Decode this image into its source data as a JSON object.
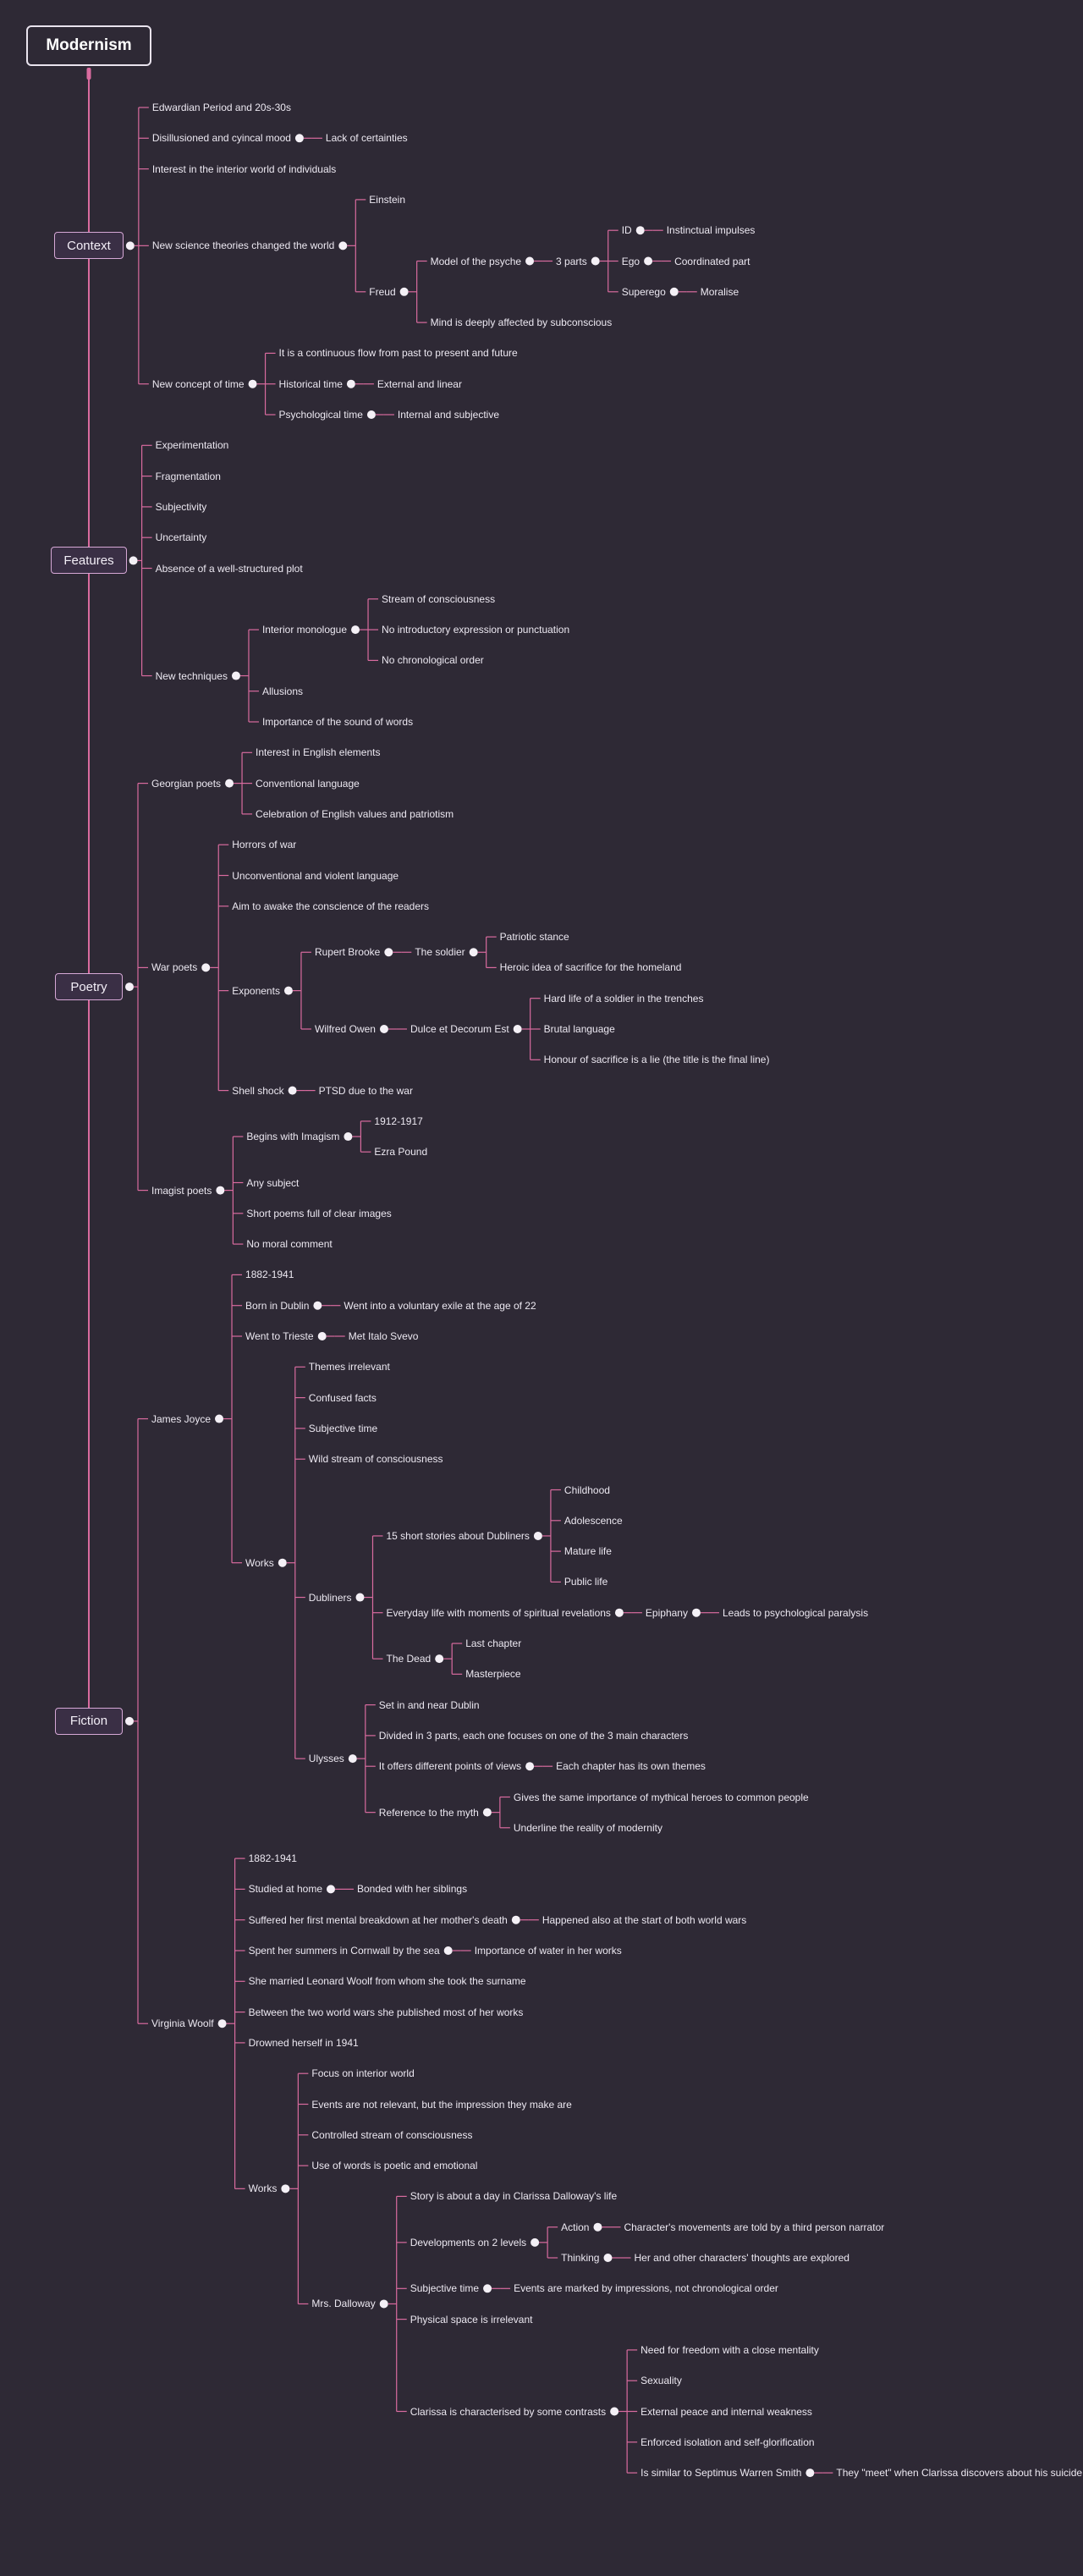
{
  "title": "Modernism",
  "accent_color": "#d96b9f",
  "connector_icon": "circle-dot-icon",
  "branches": [
    {
      "label": "Context",
      "children": [
        {
          "label": "Edwardian Period and 20s-30s"
        },
        {
          "label": "Disillusioned and cyincal mood",
          "children": [
            {
              "label": "Lack of certainties"
            }
          ]
        },
        {
          "label": "Interest in the interior world of individuals"
        },
        {
          "label": "New science theories changed the world",
          "children": [
            {
              "label": "Einstein"
            },
            {
              "label": "Freud",
              "children": [
                {
                  "label": "Model of the psyche",
                  "children": [
                    {
                      "label": "3 parts",
                      "children": [
                        {
                          "label": "ID",
                          "children": [
                            {
                              "label": "Instinctual impulses"
                            }
                          ]
                        },
                        {
                          "label": "Ego",
                          "children": [
                            {
                              "label": "Coordinated part"
                            }
                          ]
                        },
                        {
                          "label": "Superego",
                          "children": [
                            {
                              "label": "Moralise"
                            }
                          ]
                        }
                      ]
                    }
                  ]
                },
                {
                  "label": "Mind is deeply affected by subconscious"
                }
              ]
            }
          ]
        },
        {
          "label": "New concept of time",
          "children": [
            {
              "label": "It is a continuous flow from past to present and future"
            },
            {
              "label": "Historical time",
              "children": [
                {
                  "label": "External and linear"
                }
              ]
            },
            {
              "label": "Psychological time",
              "children": [
                {
                  "label": "Internal and subjective"
                }
              ]
            }
          ]
        }
      ]
    },
    {
      "label": "Features",
      "children": [
        {
          "label": "Experimentation"
        },
        {
          "label": "Fragmentation"
        },
        {
          "label": "Subjectivity"
        },
        {
          "label": "Uncertainty"
        },
        {
          "label": "Absence of a well-structured plot"
        },
        {
          "label": "New techniques",
          "children": [
            {
              "label": "Interior monologue",
              "children": [
                {
                  "label": "Stream of consciousness"
                },
                {
                  "label": "No introductory expression or punctuation"
                },
                {
                  "label": "No chronological order"
                }
              ]
            },
            {
              "label": "Allusions"
            },
            {
              "label": "Importance of the sound of words"
            }
          ]
        }
      ]
    },
    {
      "label": "Poetry",
      "children": [
        {
          "label": "Georgian poets",
          "children": [
            {
              "label": "Interest in English elements"
            },
            {
              "label": "Conventional language"
            },
            {
              "label": "Celebration of English values and patriotism"
            }
          ]
        },
        {
          "label": "War poets",
          "children": [
            {
              "label": "Horrors of war"
            },
            {
              "label": "Unconventional and violent language"
            },
            {
              "label": "Aim to awake the conscience of the readers"
            },
            {
              "label": "Exponents",
              "children": [
                {
                  "label": "Rupert Brooke",
                  "children": [
                    {
                      "label": "The soldier",
                      "children": [
                        {
                          "label": "Patriotic stance"
                        },
                        {
                          "label": "Heroic idea of sacrifice for the homeland"
                        }
                      ]
                    }
                  ]
                },
                {
                  "label": "Wilfred Owen",
                  "children": [
                    {
                      "label": "Dulce et Decorum Est",
                      "children": [
                        {
                          "label": "Hard life of a soldier in the trenches"
                        },
                        {
                          "label": "Brutal language"
                        },
                        {
                          "label": "Honour of sacrifice is a lie (the title is the final line)"
                        }
                      ]
                    }
                  ]
                }
              ]
            },
            {
              "label": "Shell shock",
              "children": [
                {
                  "label": "PTSD due to the war"
                }
              ]
            }
          ]
        },
        {
          "label": "Imagist poets",
          "children": [
            {
              "label": "Begins with Imagism",
              "children": [
                {
                  "label": "1912-1917"
                },
                {
                  "label": "Ezra Pound"
                }
              ]
            },
            {
              "label": "Any subject"
            },
            {
              "label": "Short poems full of clear images"
            },
            {
              "label": "No moral comment"
            }
          ]
        }
      ]
    },
    {
      "label": "Fiction",
      "children": [
        {
          "label": "James Joyce",
          "children": [
            {
              "label": "1882-1941"
            },
            {
              "label": "Born in Dublin",
              "children": [
                {
                  "label": "Went into a voluntary exile at the age of 22"
                }
              ]
            },
            {
              "label": "Went to Trieste",
              "children": [
                {
                  "label": "Met Italo Svevo"
                }
              ]
            },
            {
              "label": "Works",
              "children": [
                {
                  "label": "Themes irrelevant"
                },
                {
                  "label": "Confused facts"
                },
                {
                  "label": "Subjective time"
                },
                {
                  "label": "Wild stream of consciousness"
                },
                {
                  "label": "Dubliners",
                  "children": [
                    {
                      "label": "15 short stories about Dubliners",
                      "children": [
                        {
                          "label": "Childhood"
                        },
                        {
                          "label": "Adolescence"
                        },
                        {
                          "label": "Mature life"
                        },
                        {
                          "label": "Public life"
                        }
                      ]
                    },
                    {
                      "label": "Everyday life with moments of spiritual revelations",
                      "children": [
                        {
                          "label": "Epiphany",
                          "children": [
                            {
                              "label": "Leads to psychological paralysis"
                            }
                          ]
                        }
                      ]
                    },
                    {
                      "label": "The Dead",
                      "children": [
                        {
                          "label": "Last chapter"
                        },
                        {
                          "label": "Masterpiece"
                        }
                      ]
                    }
                  ]
                },
                {
                  "label": "Ulysses",
                  "children": [
                    {
                      "label": "Set in and near Dublin"
                    },
                    {
                      "label": "Divided in 3 parts, each one focuses on one of the 3 main characters"
                    },
                    {
                      "label": "It offers different points of views",
                      "children": [
                        {
                          "label": "Each chapter has its own themes"
                        }
                      ]
                    },
                    {
                      "label": "Reference to the myth",
                      "children": [
                        {
                          "label": "Gives the same importance of mythical heroes to common people"
                        },
                        {
                          "label": "Underline the reality of modernity"
                        }
                      ]
                    }
                  ]
                }
              ]
            }
          ]
        },
        {
          "label": "Virginia Woolf",
          "children": [
            {
              "label": "1882-1941"
            },
            {
              "label": "Studied at home",
              "children": [
                {
                  "label": "Bonded with her siblings"
                }
              ]
            },
            {
              "label": "Suffered her first mental breakdown at her mother's death",
              "children": [
                {
                  "label": "Happened also at the start of both world wars"
                }
              ]
            },
            {
              "label": "Spent her summers in Cornwall by the sea",
              "children": [
                {
                  "label": "Importance of water in her works"
                }
              ]
            },
            {
              "label": "She married Leonard Woolf from whom she took the surname"
            },
            {
              "label": "Between the two world wars she published most of her works"
            },
            {
              "label": "Drowned herself in 1941"
            },
            {
              "label": "Works",
              "children": [
                {
                  "label": "Focus on interior world"
                },
                {
                  "label": "Events are not relevant, but the impression they make are"
                },
                {
                  "label": "Controlled stream of consciousness"
                },
                {
                  "label": "Use of words is poetic and emotional"
                },
                {
                  "label": "Mrs. Dalloway",
                  "children": [
                    {
                      "label": "Story is about a day in Clarissa Dalloway's life"
                    },
                    {
                      "label": "Developments on 2 levels",
                      "children": [
                        {
                          "label": "Action",
                          "children": [
                            {
                              "label": "Character's movements are told by a third person narrator"
                            }
                          ]
                        },
                        {
                          "label": "Thinking",
                          "children": [
                            {
                              "label": "Her and other characters' thoughts are explored"
                            }
                          ]
                        }
                      ]
                    },
                    {
                      "label": "Subjective time",
                      "children": [
                        {
                          "label": "Events are marked by impressions, not chronological order"
                        }
                      ]
                    },
                    {
                      "label": "Physical space is irrelevant"
                    },
                    {
                      "label": "Clarissa is characterised by some contrasts",
                      "children": [
                        {
                          "label": "Need for freedom with a close mentality"
                        },
                        {
                          "label": "Sexuality"
                        },
                        {
                          "label": "External peace and internal weakness"
                        },
                        {
                          "label": "Enforced isolation and self-glorification"
                        },
                        {
                          "label": "Is similar to Septimus Warren Smith",
                          "children": [
                            {
                              "label": "They \"meet\" when Clarissa discovers about his suicide"
                            }
                          ]
                        }
                      ]
                    }
                  ]
                }
              ]
            }
          ]
        }
      ]
    }
  ]
}
